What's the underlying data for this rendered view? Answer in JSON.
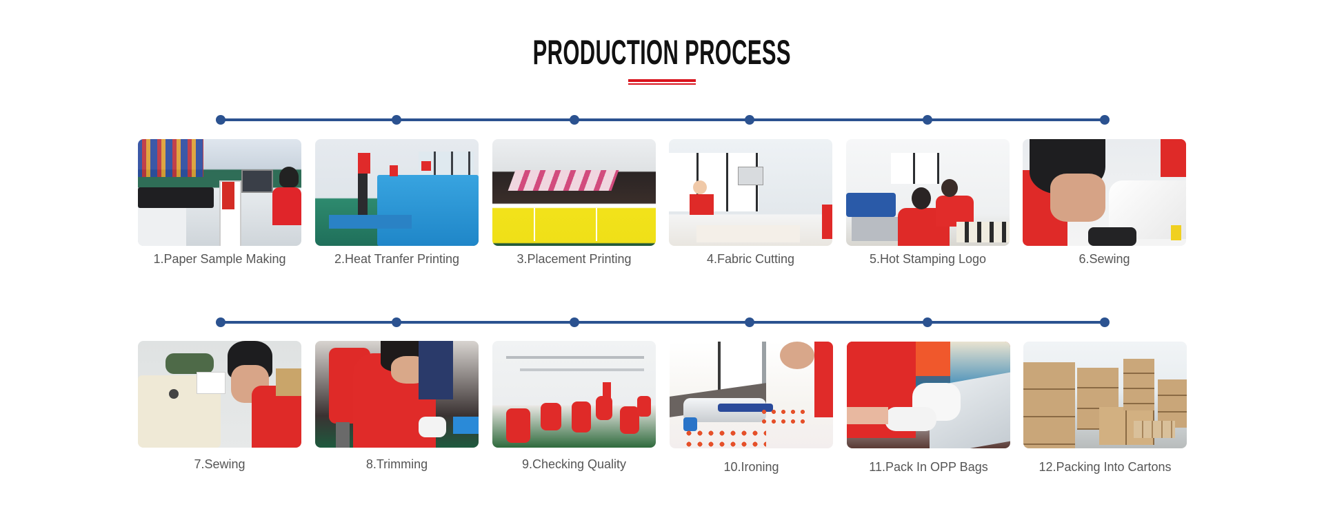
{
  "header": {
    "title": "PRODUCTION PROCESS",
    "accent_color": "#d9141e"
  },
  "timeline": {
    "color": "#2b5290",
    "rows": 2,
    "dots_per_row": 6
  },
  "steps": [
    {
      "label": "1.Paper Sample Making",
      "photo": "worker at computer beside large-format plotter"
    },
    {
      "label": "2.Heat Tranfer Printing",
      "photo": "workers beside blue heat transfer machine"
    },
    {
      "label": "3.Placement Printing",
      "photo": "laser cutting machine with yellow panels"
    },
    {
      "label": "4.Fabric Cutting",
      "photo": "masked worker cutting fabric in bright workshop"
    },
    {
      "label": "5.Hot Stamping Logo",
      "photo": "two workers at blue hot stamping press"
    },
    {
      "label": "6.Sewing",
      "photo": "worker at white sewing machine"
    },
    {
      "label": "7.Sewing",
      "photo": "worker at industrial sewing machine"
    },
    {
      "label": "8.Trimming",
      "photo": "worker in gloves trimming threads"
    },
    {
      "label": "9.Checking Quality",
      "photo": "workers inspecting garments at long tables"
    },
    {
      "label": "10.Ironing",
      "photo": "worker ironing orange garments"
    },
    {
      "label": "11.Pack In OPP Bags",
      "photo": "gloved hands packing into plastic bags"
    },
    {
      "label": "12.Packing Into Cartons",
      "photo": "stacked cardboard cartons in warehouse"
    }
  ]
}
